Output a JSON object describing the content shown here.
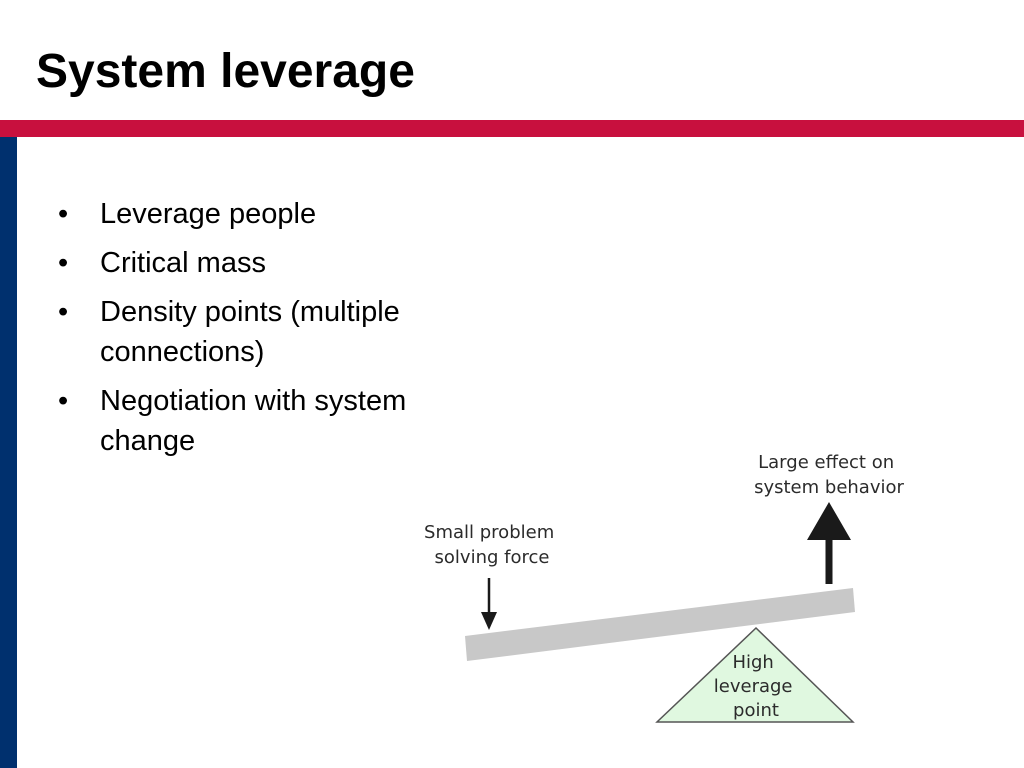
{
  "slide": {
    "title": "System leverage",
    "bullets": [
      "Leverage people",
      "Critical mass",
      "Density points (multiple connections)",
      "Negotiation with system change"
    ],
    "bullet_glyph": "•"
  },
  "diagram": {
    "left_label": [
      "Small problem",
      "solving force"
    ],
    "right_label": [
      "Large effect on",
      "system behavior"
    ],
    "fulcrum_label": [
      "High",
      "leverage",
      "point"
    ]
  },
  "colors": {
    "accent_red": "#c8103e",
    "accent_navy": "#00306e",
    "lever_gray": "#c8c8c8",
    "fulcrum_fill": "#e0f8e0",
    "arrow": "#1a1a1a"
  }
}
